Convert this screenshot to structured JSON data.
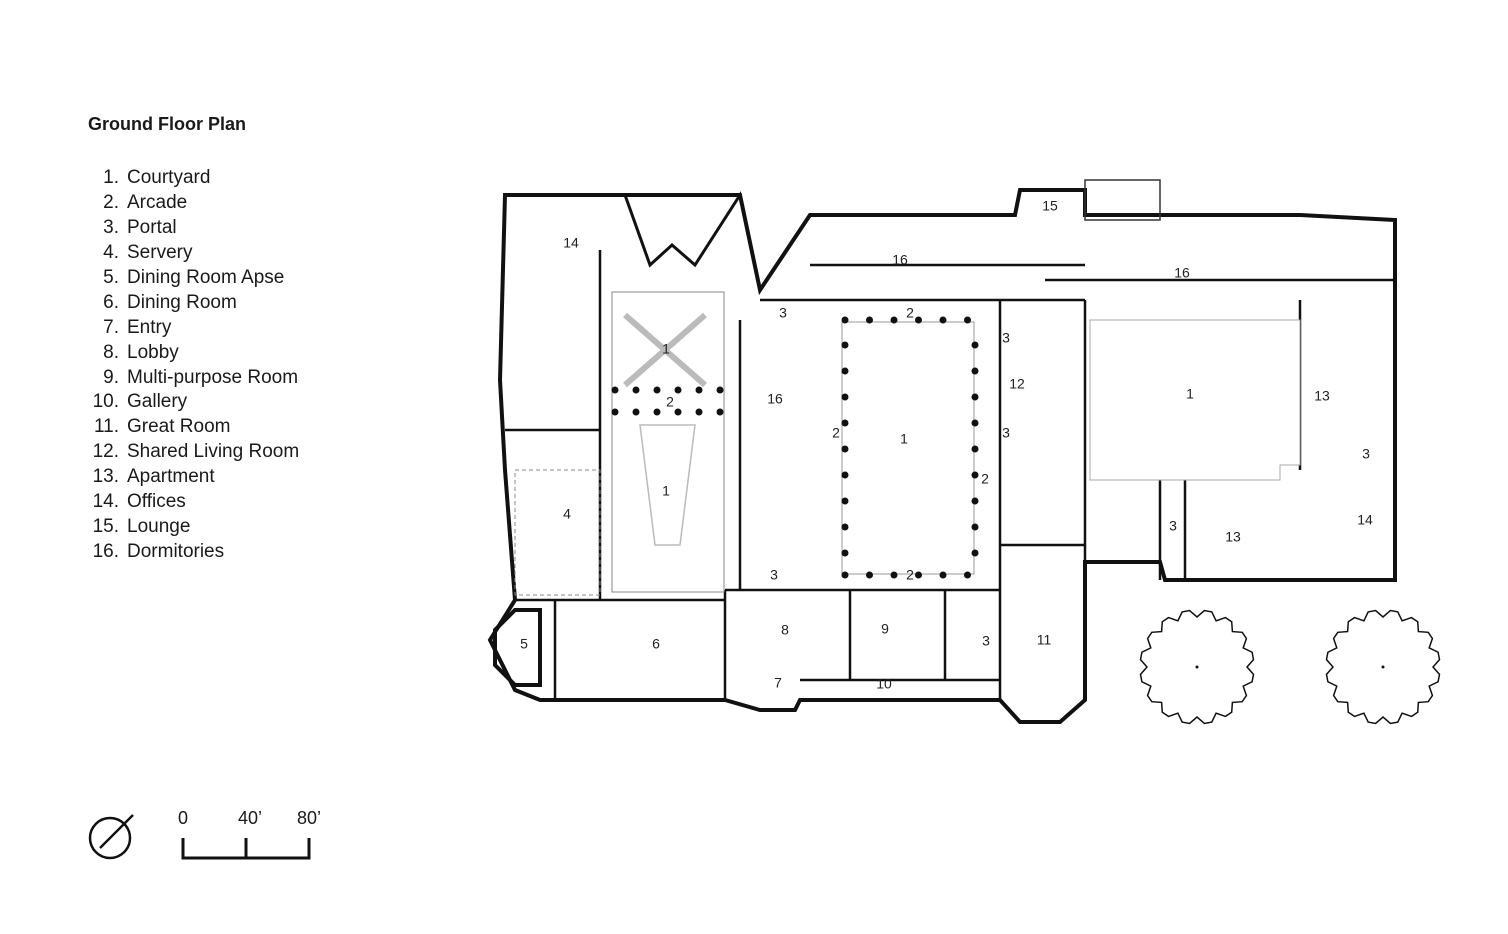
{
  "title": "Ground Floor Plan",
  "legend": [
    {
      "num": "1.",
      "label": "Courtyard"
    },
    {
      "num": "2.",
      "label": "Arcade"
    },
    {
      "num": "3.",
      "label": "Portal"
    },
    {
      "num": "4.",
      "label": "Servery"
    },
    {
      "num": "5.",
      "label": "Dining Room Apse"
    },
    {
      "num": "6.",
      "label": "Dining Room"
    },
    {
      "num": "7.",
      "label": "Entry"
    },
    {
      "num": "8.",
      "label": "Lobby"
    },
    {
      "num": "9.",
      "label": "Multi-purpose Room"
    },
    {
      "num": "10.",
      "label": "Gallery"
    },
    {
      "num": "11.",
      "label": "Great Room"
    },
    {
      "num": "12.",
      "label": "Shared Living Room"
    },
    {
      "num": "13.",
      "label": "Apartment"
    },
    {
      "num": "14.",
      "label": "Offices"
    },
    {
      "num": "15.",
      "label": "Lounge"
    },
    {
      "num": "16.",
      "label": "Dormitories"
    }
  ],
  "plan_labels": [
    "14",
    "1",
    "2",
    "1",
    "16",
    "3",
    "2",
    "2",
    "1",
    "2",
    "3",
    "2",
    "4",
    "5",
    "6",
    "8",
    "9",
    "7",
    "10",
    "3",
    "11",
    "12",
    "3",
    "3",
    "15",
    "16",
    "16",
    "1",
    "13",
    "3",
    "3",
    "13",
    "14"
  ],
  "scale": {
    "ticks": [
      "0",
      "40’",
      "80’"
    ]
  },
  "icons": {
    "north": "north-arrow-icon"
  }
}
